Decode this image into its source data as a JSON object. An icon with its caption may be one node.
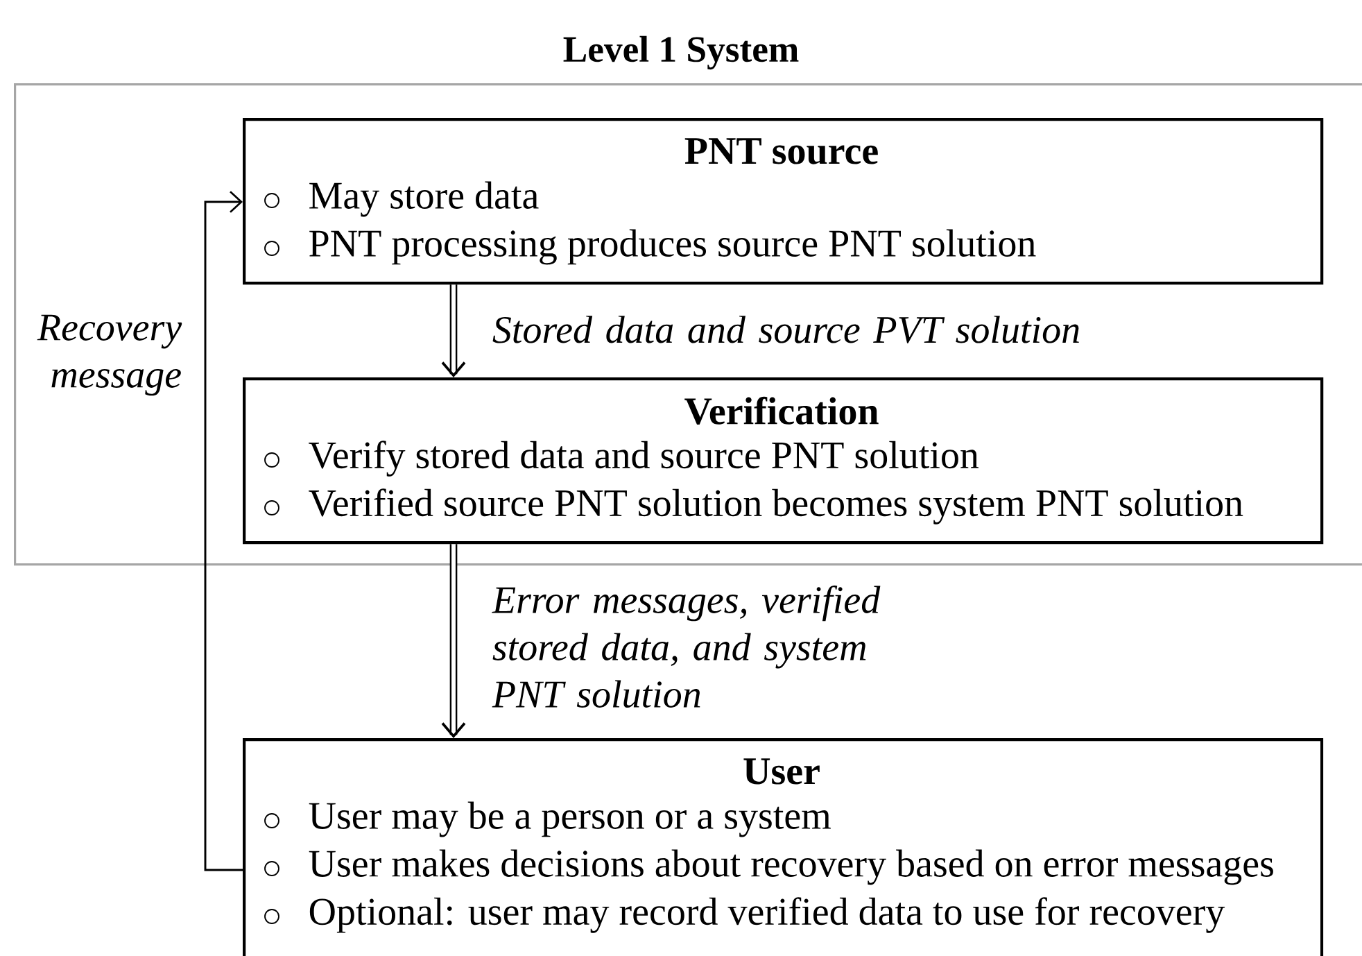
{
  "diagram": {
    "nodes": [
      {
        "text": [
          "Level 1 System"
        ]
      },
      {
        "text": [
          "PNT source",
          "May store data",
          "PNT processing produces source PNT solution"
        ],
        "in": 0
      },
      {
        "text": [
          "Verification",
          "Verify stored data and source PNT solution",
          "Verified source PNT solution becomes system PNT solution"
        ],
        "in": 0
      },
      {
        "text": [
          "User",
          "User may be a person or a system",
          "User makes decisions about recovery based on error messages",
          "Optional: user may record verified data to use for recovery"
        ]
      }
    ],
    "edges": [
      {
        "from": 1,
        "to": 2,
        "arrow": "to",
        "label": "Stored data and source PVT solution"
      },
      {
        "from": 2,
        "to": 3,
        "arrow": "to",
        "label": "Error messages, verified stored data, and system PNT solution"
      },
      {
        "from": 3,
        "to": 1,
        "arrow": "to",
        "label": "Recovery message"
      }
    ]
  }
}
